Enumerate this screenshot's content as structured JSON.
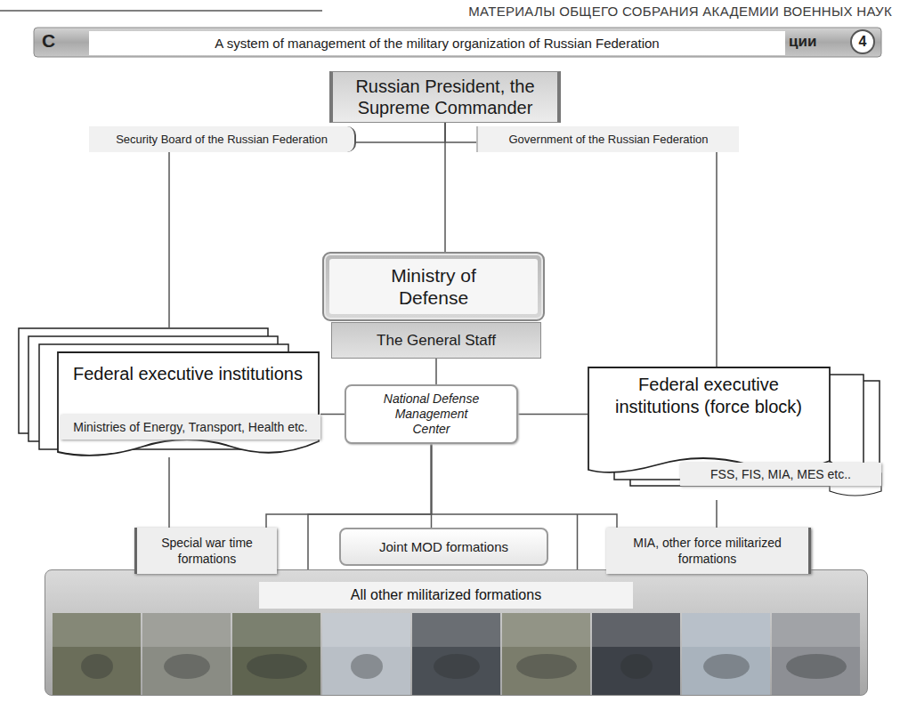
{
  "diagram": {
    "title": "A system of management of the military organization of Russian Federation",
    "nodes": [
      {
        "text": [
          "Russian President, the Supreme Commander"
        ]
      },
      {
        "text": [
          "Security Board of the Russian Federation"
        ]
      },
      {
        "text": [
          "Government of the Russian Federation"
        ]
      },
      {
        "text": [
          "Ministry of Defense"
        ]
      },
      {
        "text": [
          "The General Staff"
        ]
      },
      {
        "text": [
          "Federal executive institutions",
          "Ministries of Energy, Transport, Health etc."
        ]
      },
      {
        "text": [
          "National Defense Management Center"
        ]
      },
      {
        "text": [
          "Federal executive institutions (force block)",
          "FSS, FIS, MIA, MES etc.."
        ]
      },
      {
        "text": [
          "All other militarized formations"
        ]
      },
      {
        "text": [
          "Special war time formations"
        ],
        "in": 8
      },
      {
        "text": [
          "Joint MOD formations"
        ],
        "in": 8
      },
      {
        "text": [
          "MIA, other force militarized formations"
        ],
        "in": 8
      }
    ],
    "edges": [
      {
        "from": 0,
        "to": 1,
        "arrow": "none"
      },
      {
        "from": 0,
        "to": 2,
        "arrow": "none"
      },
      {
        "from": 0,
        "to": 3,
        "arrow": "none"
      },
      {
        "from": 1,
        "to": 5,
        "arrow": "none"
      },
      {
        "from": 2,
        "to": 7,
        "arrow": "none"
      },
      {
        "from": 4,
        "to": 6,
        "arrow": "none"
      },
      {
        "from": 6,
        "to": 5,
        "arrow": "none"
      },
      {
        "from": 6,
        "to": 7,
        "arrow": "none"
      },
      {
        "from": 6,
        "to": 9,
        "arrow": "none"
      },
      {
        "from": 6,
        "to": 10,
        "arrow": "none"
      },
      {
        "from": 6,
        "to": 11,
        "arrow": "none"
      },
      {
        "from": 6,
        "to": 8,
        "arrow": "none"
      },
      {
        "from": 5,
        "to": 9,
        "arrow": "none"
      },
      {
        "from": 7,
        "to": 11,
        "arrow": "none"
      }
    ],
    "labels": [
      "МАТЕРИАЛЫ ОБЩЕГО СОБРАНИЯ АКАДЕМИИ ВОЕННЫХ НАУК",
      "С",
      "ции",
      "4"
    ]
  }
}
